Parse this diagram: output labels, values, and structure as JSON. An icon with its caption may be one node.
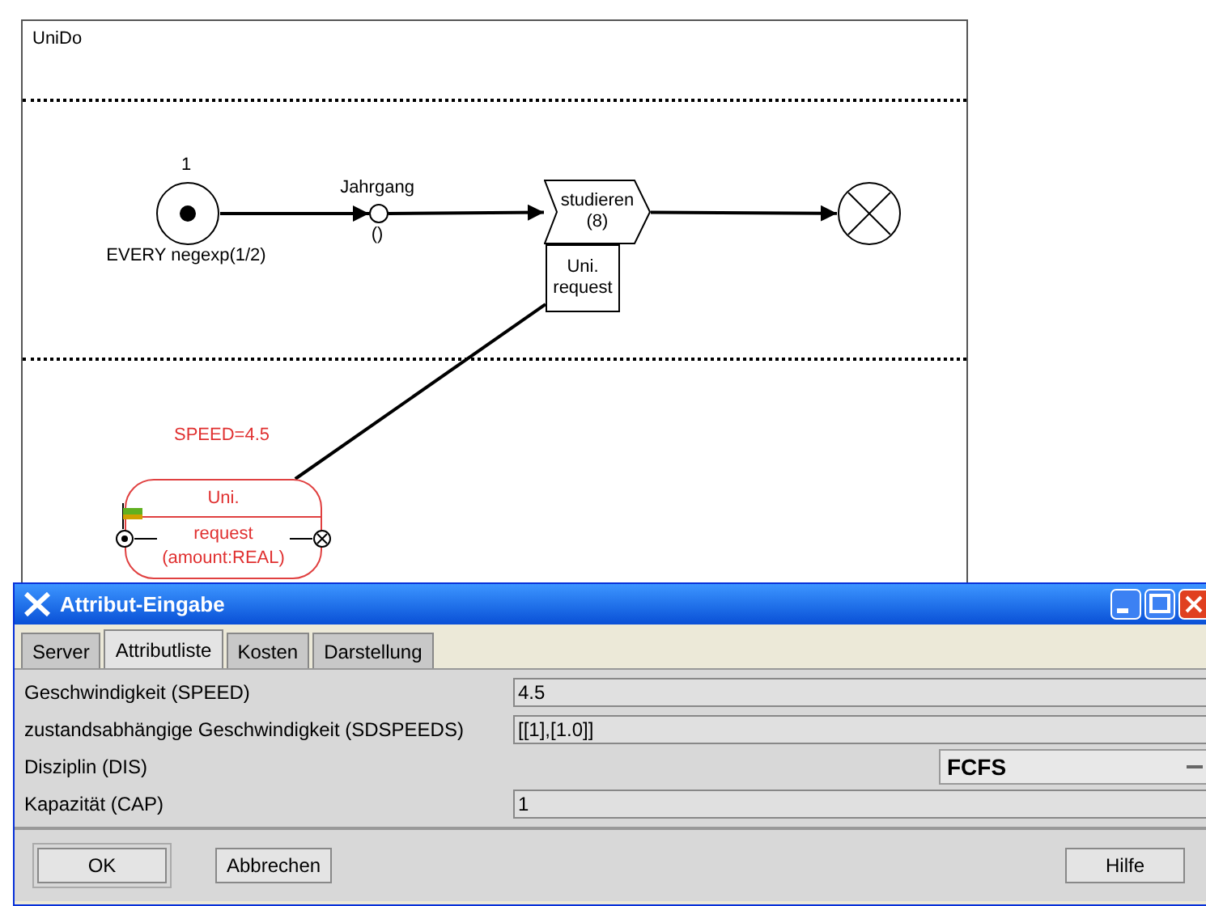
{
  "diagram": {
    "nodes": [
      {
        "text": [
          "UniDo"
        ]
      },
      {
        "text": [],
        "shape": "circle",
        "beside": [
          "1",
          "EVERY negexp(1/2)"
        ],
        "in": 0
      },
      {
        "text": [],
        "shape": "circle",
        "beside": [
          "Jahrgang",
          "()"
        ],
        "in": 0
      },
      {
        "text": [
          "studieren (8)"
        ],
        "in": 0
      },
      {
        "text": [
          "Uni. request"
        ],
        "in": 0
      },
      {
        "text": [],
        "shape": "circle",
        "in": 0
      },
      {
        "text": [
          "Uni.",
          "request (amount:REAL)"
        ],
        "beside": [
          "SPEED=4.5"
        ],
        "in": 0
      }
    ],
    "edges": [
      {
        "from": 1,
        "to": 2,
        "arrow": "to"
      },
      {
        "from": 2,
        "to": 3,
        "arrow": "to"
      },
      {
        "from": 3,
        "to": 5,
        "arrow": "to"
      },
      {
        "from": 4,
        "to": 6,
        "arrow": "none"
      }
    ],
    "labels": [
      "Attribut-Eingabe",
      "Server",
      "Attributliste",
      "Kosten",
      "Darstellung",
      "Geschwindigkeit (SPEED)",
      "4.5",
      "zustandsabhängige Geschwindigkeit (SDSPEEDS)",
      "[[1],[1.0]]",
      "Disziplin (DIS)",
      "FCFS",
      "Kapazität (CAP)",
      "1",
      "OK",
      "Abbrechen",
      "Hilfe"
    ]
  }
}
